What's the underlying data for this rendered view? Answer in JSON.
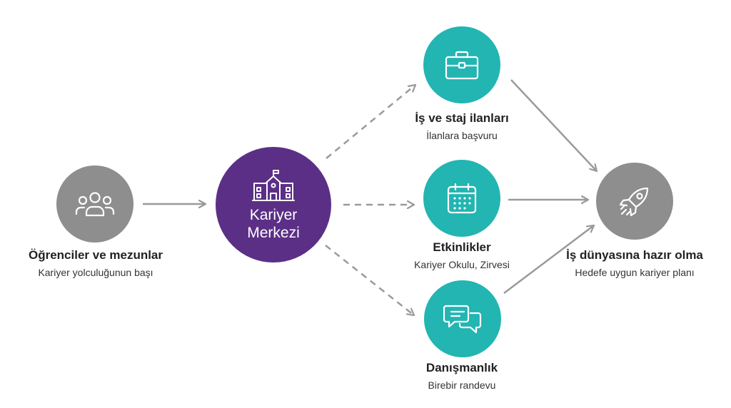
{
  "nodes": {
    "students": {
      "title": "Öğrenciler ve mezunlar",
      "subtitle": "Kariyer yolculuğunun başı",
      "icon": "users-group-icon",
      "color": "#8e8e8e"
    },
    "center": {
      "label_line1": "Kariyer",
      "label_line2": "Merkezi",
      "icon": "school-building-icon",
      "color": "#5b2f86"
    },
    "jobs": {
      "title": "İş ve staj ilanları",
      "subtitle": "İlanlara başvuru",
      "icon": "briefcase-icon",
      "color": "#22b5b2"
    },
    "events": {
      "title": "Etkinlikler",
      "subtitle": "Kariyer Okulu, Zirvesi",
      "icon": "calendar-icon",
      "color": "#22b5b2"
    },
    "counsel": {
      "title": "Danışmanlık",
      "subtitle": "Birebir randevu",
      "icon": "chat-bubbles-icon",
      "color": "#22b5b2"
    },
    "ready": {
      "title": "İş dünyasına hazır olma",
      "subtitle": "Hedefe uygun kariyer planı",
      "icon": "rocket-icon",
      "color": "#8e8e8e"
    }
  },
  "edges": [
    {
      "from": "students",
      "to": "center",
      "style": "solid"
    },
    {
      "from": "center",
      "to": "jobs",
      "style": "dashed"
    },
    {
      "from": "center",
      "to": "events",
      "style": "dashed"
    },
    {
      "from": "center",
      "to": "counsel",
      "style": "dashed"
    },
    {
      "from": "jobs",
      "to": "ready",
      "style": "solid"
    },
    {
      "from": "events",
      "to": "ready",
      "style": "solid"
    },
    {
      "from": "counsel",
      "to": "ready",
      "style": "solid"
    }
  ],
  "colors": {
    "arrow": "#9a9a9a",
    "text": "#222222"
  }
}
